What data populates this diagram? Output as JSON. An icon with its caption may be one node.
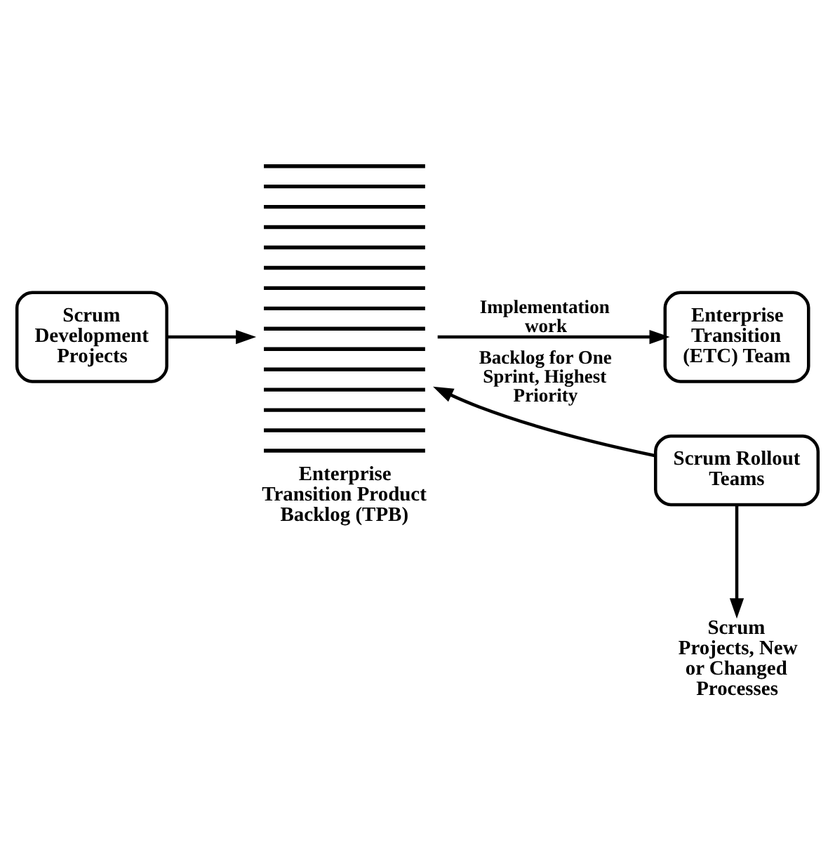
{
  "diagram": {
    "nodes": [
      {
        "text": [
          "Scrum Development Projects"
        ]
      },
      {
        "text": [
          "Enterprise Transition Product Backlog (TPB)"
        ]
      },
      {
        "text": [
          "Enterprise Transition (ETC) Team"
        ]
      },
      {
        "text": [
          "Scrum Rollout Teams"
        ]
      },
      {
        "text": [
          "Scrum Projects, New or Changed Processes"
        ]
      }
    ],
    "edges": [
      {
        "from": 0,
        "to": 1,
        "arrow": "to"
      },
      {
        "from": 1,
        "to": 2,
        "arrow": "to",
        "label": "Implementation work"
      },
      {
        "from": 3,
        "to": 1,
        "arrow": "to",
        "label": "Backlog for One Sprint, Highest Priority"
      },
      {
        "from": 3,
        "to": 4,
        "arrow": "to"
      }
    ]
  }
}
